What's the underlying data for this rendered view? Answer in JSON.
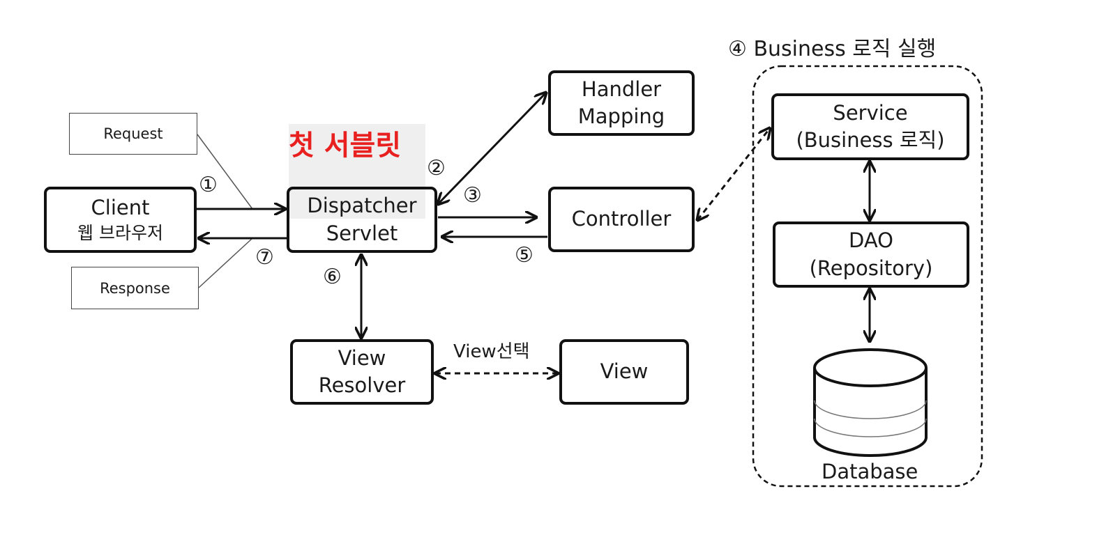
{
  "title_note": "첫 서블릿",
  "step_labels": {
    "s1": "①",
    "s2": "②",
    "s3": "③",
    "s4": "④",
    "s5": "⑤",
    "s6": "⑥",
    "s7": "⑦"
  },
  "business_group": {
    "label": "Business 로직 실행"
  },
  "nodes": {
    "client": {
      "line1": "Client",
      "line2": "웹 브라우저"
    },
    "dispatcher": {
      "line1": "Dispatcher",
      "line2": "Servlet"
    },
    "handler_mapping": {
      "line1": "Handler",
      "line2": "Mapping"
    },
    "controller": {
      "line1": "Controller"
    },
    "view_resolver": {
      "line1": "View",
      "line2": "Resolver"
    },
    "view": {
      "line1": "View"
    },
    "service": {
      "line1": "Service",
      "line2": "(Business 로직)"
    },
    "dao": {
      "line1": "DAO",
      "line2": "(Repository)"
    },
    "database": {
      "label": "Database"
    }
  },
  "callouts": {
    "request": "Request",
    "response": "Response"
  },
  "edge_labels": {
    "view_select": "View선택"
  }
}
